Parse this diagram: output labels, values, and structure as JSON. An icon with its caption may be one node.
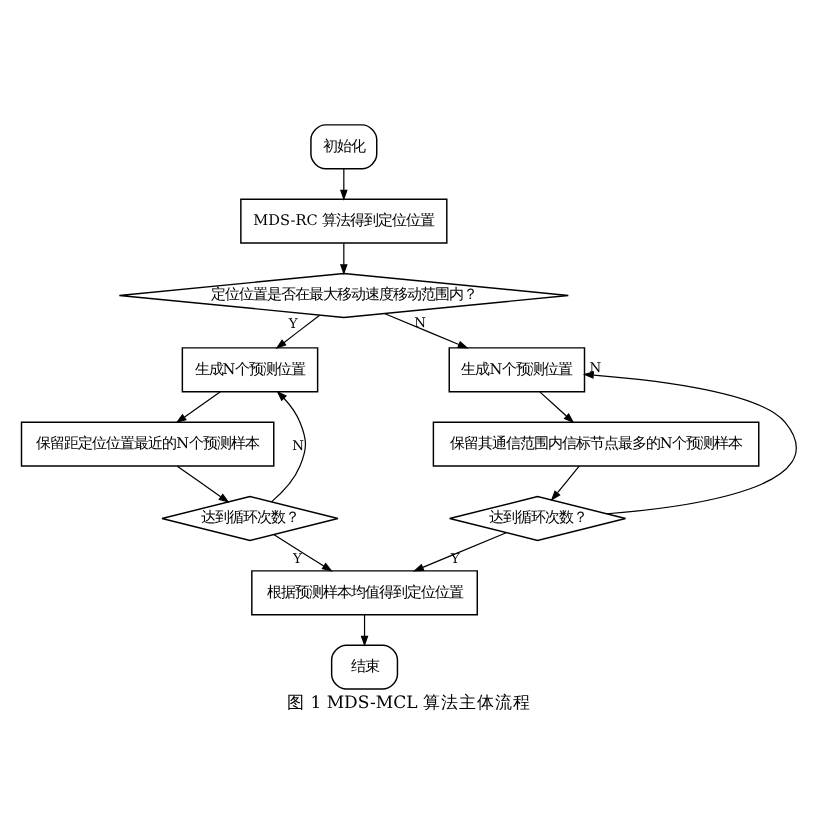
{
  "diagram": {
    "caption": "图 1 MDS-MCL 算法主体流程",
    "nodes": [
      {
        "text": [
          "初始化"
        ]
      },
      {
        "text": [
          "MDS-RC 算法得到定位位置"
        ]
      },
      {
        "text": [
          "定位位置是否在最大移动速度移动范围内？"
        ]
      },
      {
        "text": [
          "生成N个预测位置"
        ]
      },
      {
        "text": [
          "保留距定位位置最近的N个预测样本"
        ]
      },
      {
        "text": [
          "达到循环次数？"
        ]
      },
      {
        "text": [
          "生成N个预测位置"
        ]
      },
      {
        "text": [
          "保留其通信范围内信标节点最多的N个预测样本"
        ]
      },
      {
        "text": [
          "达到循环次数？"
        ]
      },
      {
        "text": [
          "根据预测样本均值得到定位位置"
        ]
      },
      {
        "text": [
          "结束"
        ]
      }
    ],
    "edges": [
      {
        "from": 0,
        "to": 1,
        "arrow": "to"
      },
      {
        "from": 1,
        "to": 2,
        "arrow": "to"
      },
      {
        "from": 2,
        "to": 3,
        "arrow": "to",
        "label": "Y"
      },
      {
        "from": 2,
        "to": 6,
        "arrow": "to",
        "label": "N"
      },
      {
        "from": 3,
        "to": 4,
        "arrow": "to"
      },
      {
        "from": 4,
        "to": 5,
        "arrow": "to"
      },
      {
        "from": 5,
        "to": 3,
        "arrow": "to",
        "label": "N"
      },
      {
        "from": 5,
        "to": 9,
        "arrow": "to",
        "label": "Y"
      },
      {
        "from": 6,
        "to": 7,
        "arrow": "to"
      },
      {
        "from": 7,
        "to": 8,
        "arrow": "to"
      },
      {
        "from": 8,
        "to": 6,
        "arrow": "to",
        "label": "N"
      },
      {
        "from": 8,
        "to": 9,
        "arrow": "to",
        "label": "Y"
      },
      {
        "from": 9,
        "to": 10,
        "arrow": "to"
      }
    ]
  }
}
